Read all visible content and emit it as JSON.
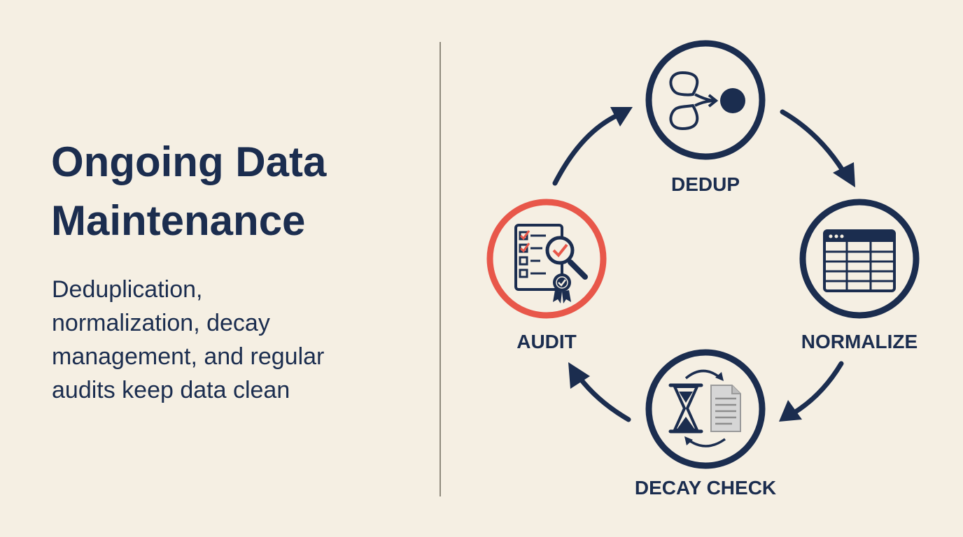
{
  "title_lines": [
    "Ongoing Data",
    "Maintenance"
  ],
  "subtitle_lines": [
    "Deduplication,",
    "normalization, decay",
    "management, and regular",
    "audits keep data clean"
  ],
  "cycle": {
    "nodes": [
      {
        "id": "dedup",
        "label": "DEDUP",
        "icon": "merge-icon"
      },
      {
        "id": "normalize",
        "label": "NORMALIZE",
        "icon": "table-icon"
      },
      {
        "id": "decay",
        "label": "DECAY CHECK",
        "icon": "hourglass-icon"
      },
      {
        "id": "audit",
        "label": "AUDIT",
        "icon": "audit-checklist-icon",
        "highlighted": true
      }
    ]
  },
  "colors": {
    "navy": "#1b2d4f",
    "highlight": "#e8574a",
    "background": "#f5efe3"
  }
}
